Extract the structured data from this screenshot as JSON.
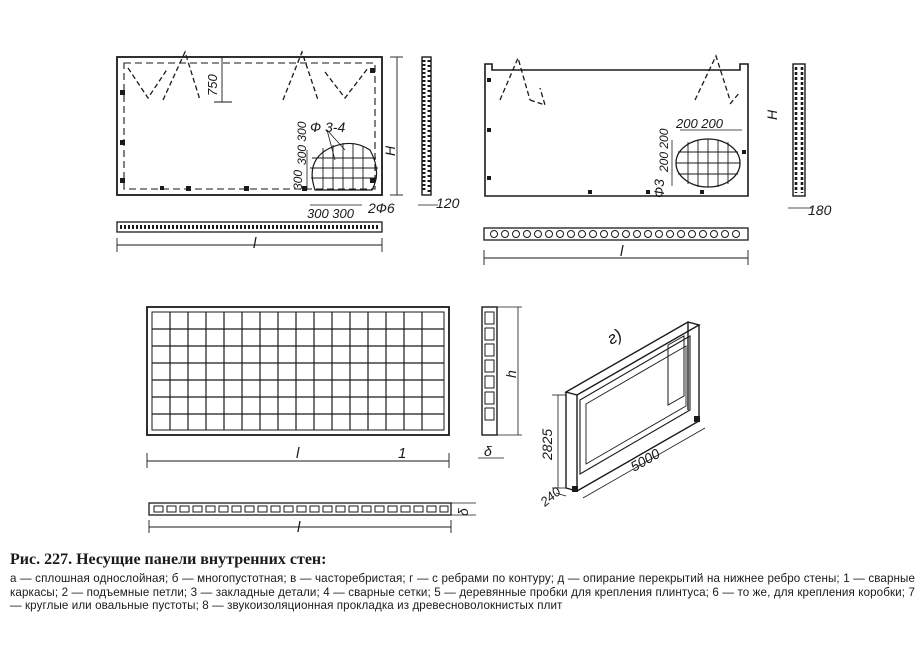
{
  "figure": {
    "panel_a": {
      "dim_750": "750",
      "dim_phi34": "Ф 3-4",
      "dim_300_top": "300 300",
      "dim_300_side": "300",
      "dim_300_bottom": "300 300",
      "dim_H": "H",
      "dim_2phi6": "2Ф6",
      "dim_120": "120",
      "dim_l": "l"
    },
    "panel_b": {
      "dim_200_top": "200 200",
      "dim_200_side": "200 200",
      "dim_phi3": "Ф3",
      "dim_H": "H",
      "dim_180": "180",
      "dim_l": "l"
    },
    "panel_c": {
      "dim_l": "l",
      "mark_1": "1",
      "dim_h": "h",
      "dim_delta": "δ",
      "dim_l_bottom": "l",
      "dim_delta_bottom": "δ"
    },
    "panel_d": {
      "label": "г)",
      "dim_2825": "2825",
      "dim_5000": "5000",
      "dim_240": "240"
    }
  },
  "caption": {
    "title": "Рис. 227. Несущие панели внутренних стен:",
    "legend": "а — сплошная однослойная; б — многопустотная; в — часторебристая; г — с ребрами по контуру; д — опирание перекрытий на нижнее ребро стены; 1 — сварные каркасы; 2 — подъемные петли; 3 — закладные детали; 4 — сварные сетки; 5 — деревянные пробки для крепления плинтуса; 6 — то же, для крепления коробки; 7 — круглые или овальные пустоты; 8 — звукоизоляционная прокладка из древесноволокнистых плит"
  }
}
